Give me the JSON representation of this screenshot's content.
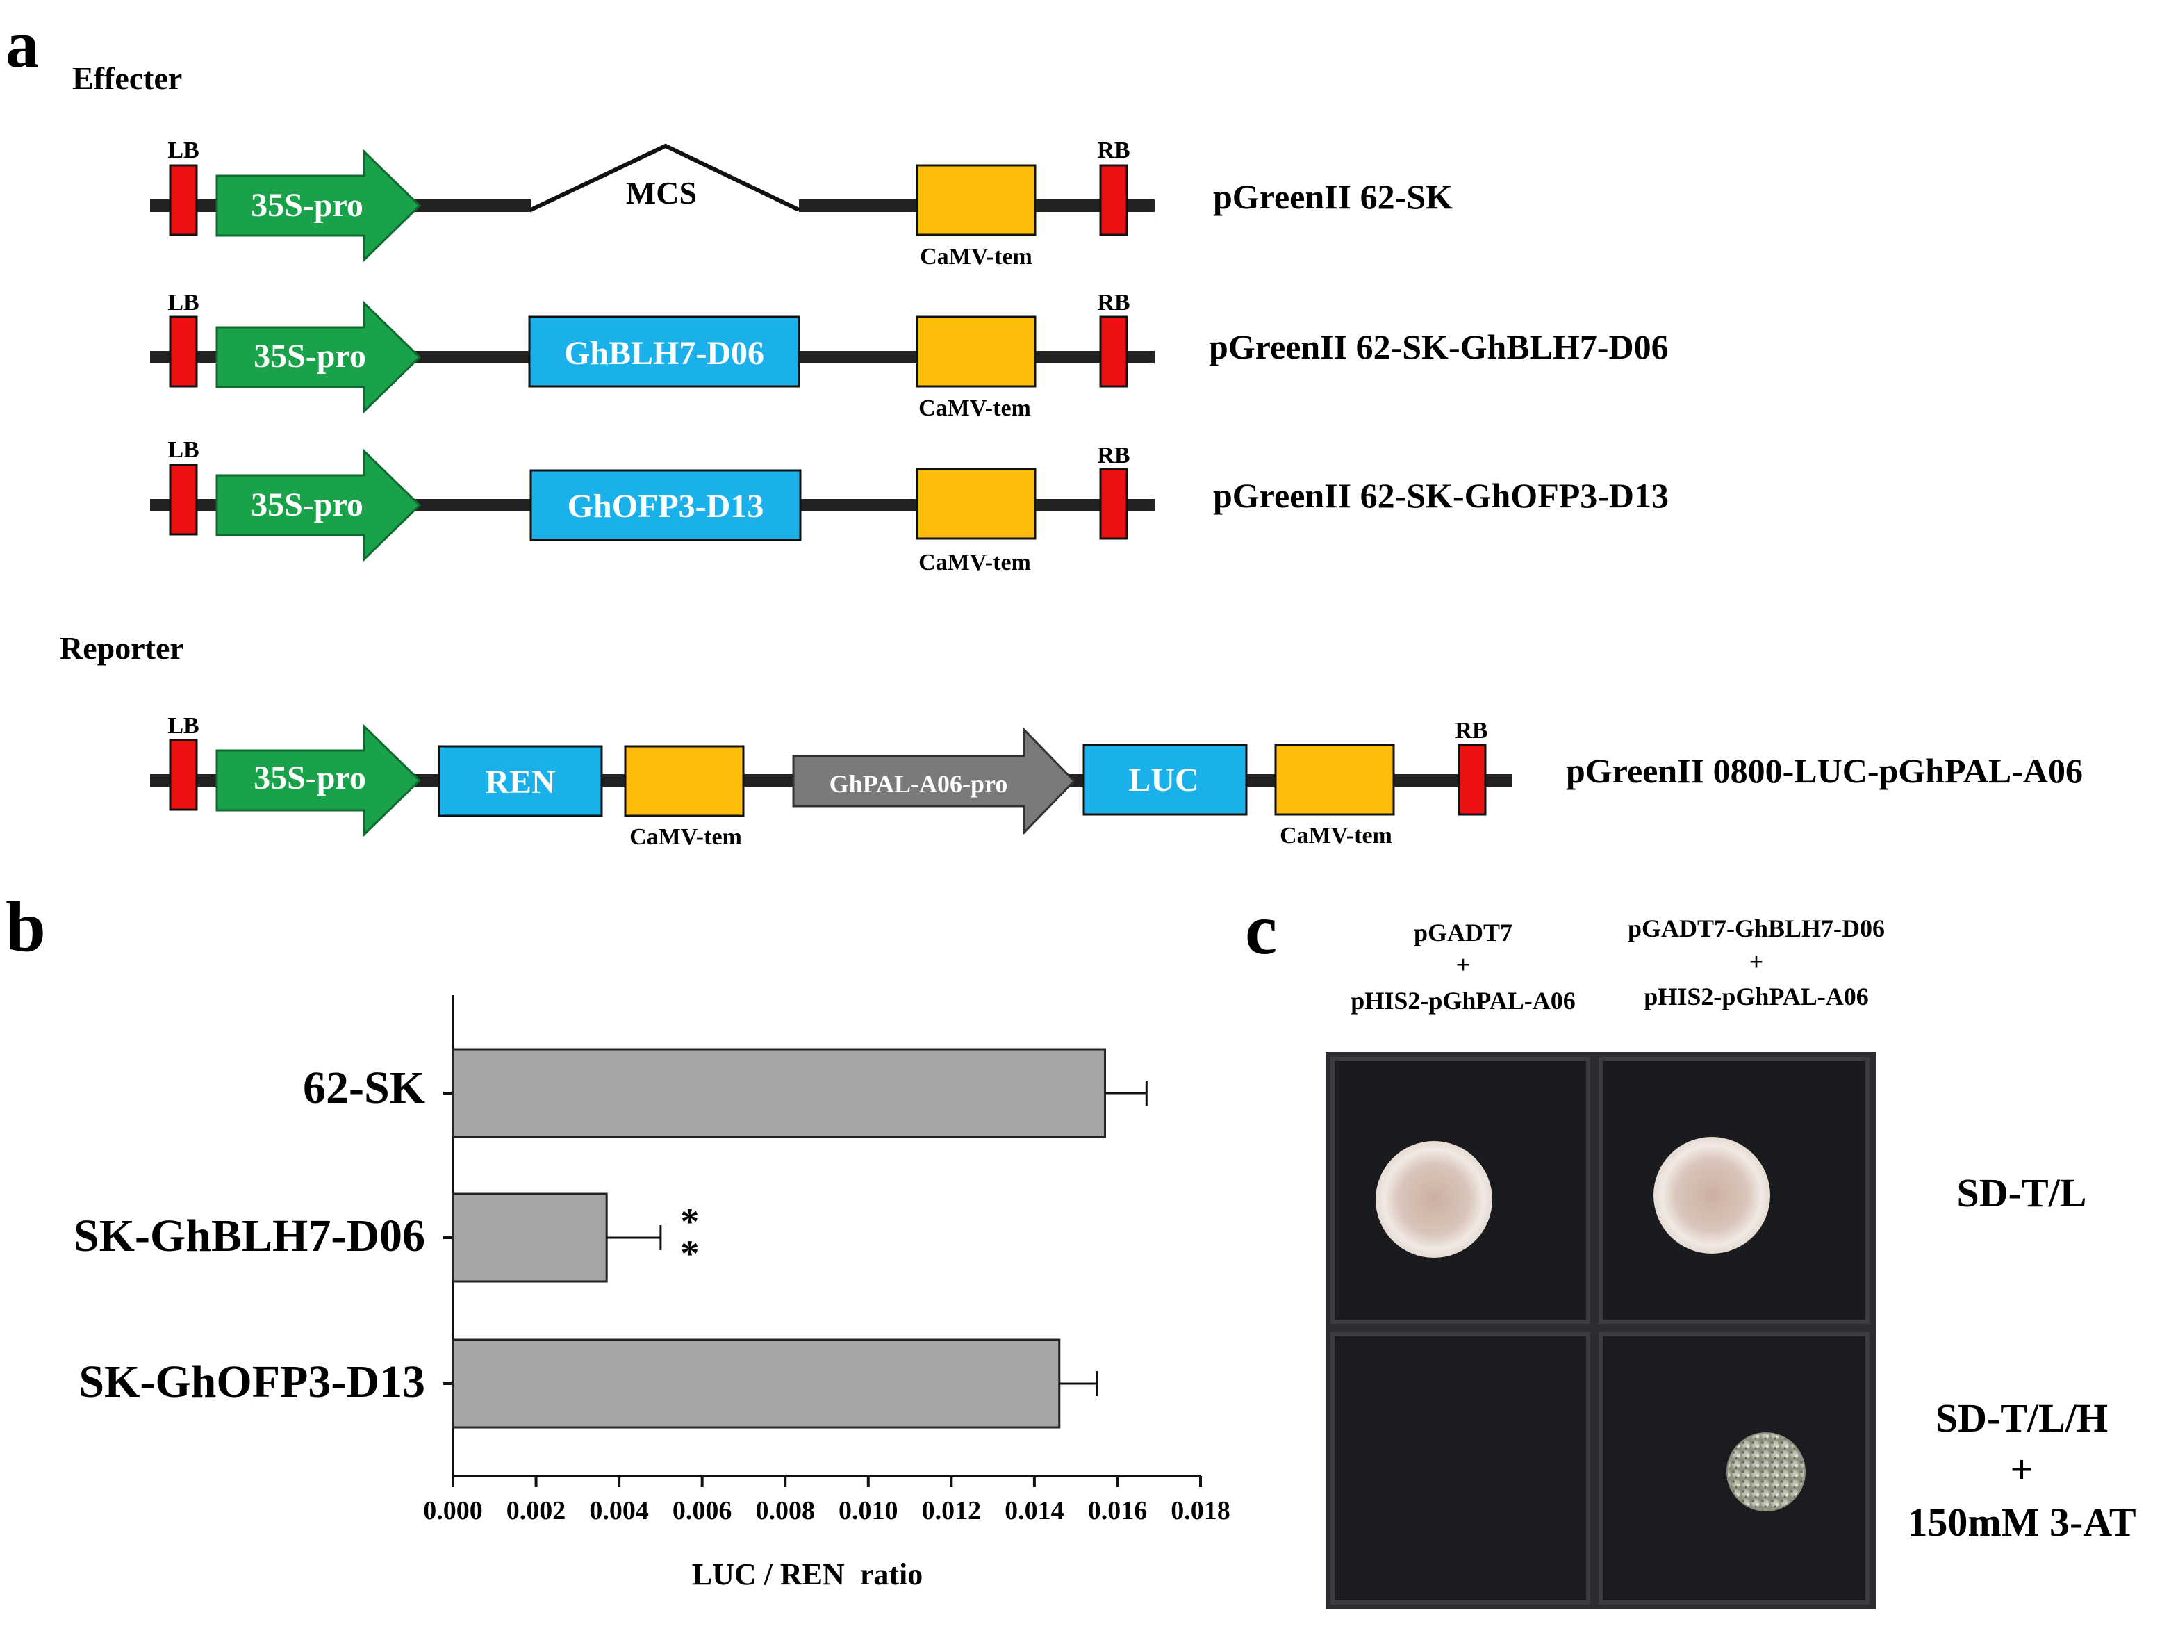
{
  "panel_a": {
    "letter": "a",
    "effector_heading": "Effecter",
    "reporter_heading": "Reporter",
    "constructs": [
      {
        "name": "pGreenII 62-SK",
        "lb": "LB",
        "rb": "RB",
        "promoter": "35S-pro",
        "insert": "MCS",
        "terminator": "CaMV-tem"
      },
      {
        "name": "pGreenII 62-SK-GhBLH7-D06",
        "lb": "LB",
        "rb": "RB",
        "promoter": "35S-pro",
        "insert": "GhBLH7-D06",
        "terminator": "CaMV-tem"
      },
      {
        "name": "pGreenII 62-SK-GhOFP3-D13",
        "lb": "LB",
        "rb": "RB",
        "promoter": "35S-pro",
        "insert": "GhOFP3-D13",
        "terminator": "CaMV-tem"
      }
    ],
    "reporter": {
      "name": "pGreenII 0800-LUC-pGhPAL-A06",
      "lb": "LB",
      "rb": "RB",
      "promoter": "35S-pro",
      "gene1": "REN",
      "terminator1": "CaMV-tem",
      "promoter2": "GhPAL-A06-pro",
      "gene2": "LUC",
      "terminator2": "CaMV-tem"
    },
    "colors": {
      "border": "#ee1111",
      "promoter": "#1aa24a",
      "gene": "#1ab0ea",
      "terminator": "#fcbe0a",
      "pal_promoter": "#7a7a7a",
      "backbone": "#222222"
    }
  },
  "panel_b": {
    "letter": "b",
    "chart_data": {
      "type": "bar",
      "orientation": "horizontal",
      "categories": [
        "62-SK",
        "SK-GhBLH7-D06",
        "SK-GhOFP3-D13"
      ],
      "values": [
        0.0157,
        0.0037,
        0.0146
      ],
      "errors": [
        0.001,
        0.0013,
        0.0009
      ],
      "annotations": [
        {
          "category": "SK-GhBLH7-D06",
          "text": "**"
        }
      ],
      "xlabel": "LUC / REN  ratio",
      "xlim": [
        0,
        0.018
      ],
      "xticks": [
        "0.000",
        "0.002",
        "0.004",
        "0.006",
        "0.008",
        "0.010",
        "0.012",
        "0.014",
        "0.016",
        "0.018"
      ],
      "bar_color": "#a6a6a6",
      "grid": false
    }
  },
  "panel_c": {
    "letter": "c",
    "columns": [
      {
        "line1": "pGADT7",
        "line2": "+",
        "line3": "pHIS2-pGhPAL-A06"
      },
      {
        "line1": "pGADT7-GhBLH7-D06",
        "line2": "+",
        "line3": "pHIS2-pGhPAL-A06"
      }
    ],
    "rows": [
      {
        "label_lines": [
          "SD-T/L"
        ]
      },
      {
        "label_lines": [
          "SD-T/L/H",
          "+",
          "150mM 3-AT"
        ]
      }
    ],
    "growth": [
      [
        true,
        true
      ],
      [
        false,
        true
      ]
    ]
  }
}
